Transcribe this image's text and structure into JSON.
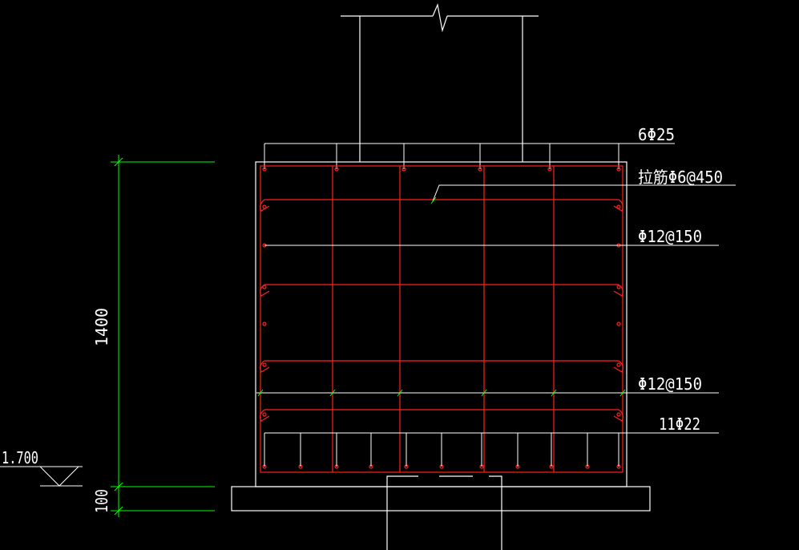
{
  "colors": {
    "background": "#000000",
    "outline": "#ffffff",
    "rebar": "#ff2020",
    "dimension": "#00ff00",
    "text": "#ffffff"
  },
  "annotations": {
    "top_bars": "6Φ25",
    "tie_bars": "拉筋Φ6@450",
    "side_bars": "Φ12@150",
    "lower_bars": "Φ12@150",
    "bottom_bars": "11Φ22"
  },
  "dimensions": {
    "height_main": "1400",
    "height_cushion": "100"
  },
  "elevation": {
    "value": "1.700"
  }
}
